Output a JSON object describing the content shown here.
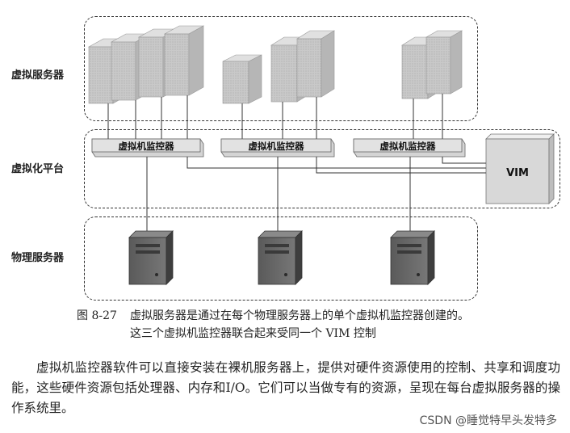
{
  "labels": {
    "virtual_servers": "虚拟服务器",
    "virtualization_platform": "虚拟化平台",
    "physical_servers": "物理服务器"
  },
  "hypervisor_label": "虚拟机监控器",
  "vim_label": "VIM",
  "caption": {
    "number": "图 8-27",
    "line1": "虚拟服务器是通过在每个物理服务器上的单个虚拟机监控器创建的。",
    "line2": "这三个虚拟机监控器联合起来受同一个 VIM 控制"
  },
  "paragraph": "虚拟机监控器软件可以直接安装在裸机服务器上，提供对硬件资源使用的控制、共享和调度功能，这些硬件资源包括处理器、内存和I/O。它们可以当做专有的资源，呈现在每台虚拟服务器的操作系统里。",
  "watermark": "CSDN @睡觉特早头发特多"
}
